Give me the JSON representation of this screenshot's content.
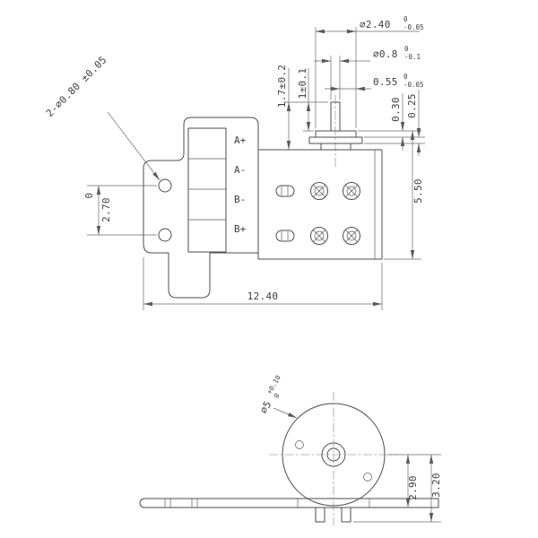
{
  "document": {
    "type": "engineering-drawing",
    "background": "#ffffff",
    "line_color": "#4d4d4d",
    "dimension_color": "#6a6a6a",
    "text_color": "#3d3d3d"
  },
  "front_view": {
    "name": "front-view",
    "terminal_labels": [
      "A+",
      "A-",
      "B-",
      "B+"
    ],
    "dims": {
      "boss_dia": "⌀2.40",
      "boss_dia_tol_hi": "0",
      "boss_dia_tol_lo": "-0.05",
      "tip_dia": "⌀0.8",
      "tip_dia_tol_hi": "0",
      "tip_dia_tol_lo": "-0.1",
      "tip_offset": "0.55",
      "tip_offset_tol_hi": "0",
      "tip_offset_tol_lo": "-0.05",
      "washer_thickness": "0.30",
      "flange_thickness": "0.25",
      "tip_length": "1±0.1",
      "shaft_length": "1.7±0.2",
      "body_height": "5.50",
      "mount_holes": "2-⌀0.80 ±0.05",
      "hole_datum": "0",
      "hole_spacing": "2.70",
      "overall_width": "12.40"
    }
  },
  "side_view": {
    "name": "side-view",
    "dims": {
      "body_dia": "⌀5",
      "body_dia_tol_hi": "+0.10",
      "body_dia_tol_lo": "0",
      "plate_to_center": "2.90",
      "overall_height": "3.20"
    }
  }
}
